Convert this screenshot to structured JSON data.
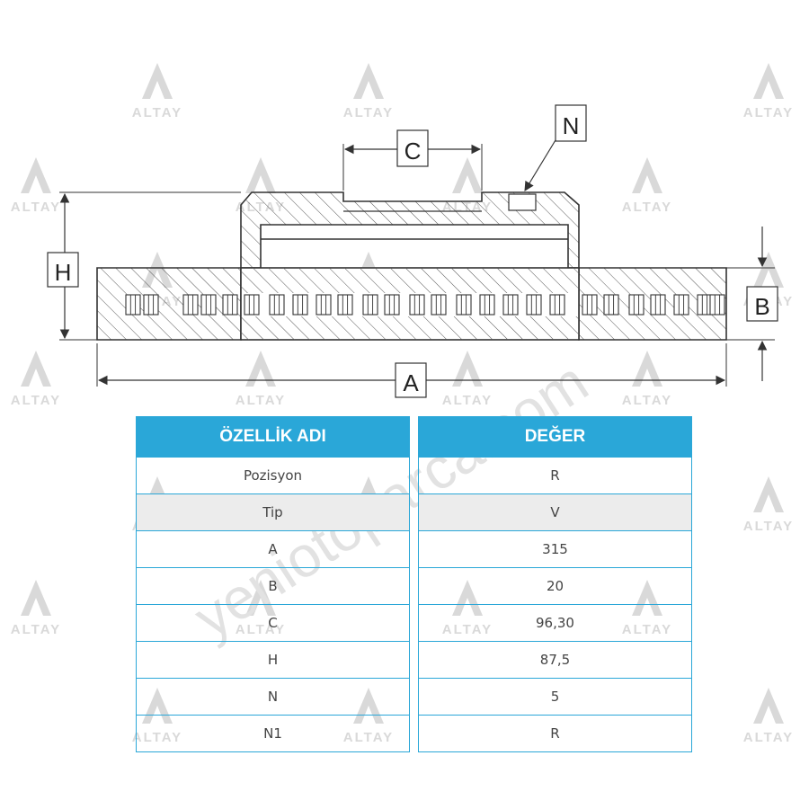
{
  "watermark": {
    "brand": "ALTAY",
    "site": "yeniotoparca.com"
  },
  "diagram": {
    "dimension_labels": {
      "A": "A",
      "B": "B",
      "C": "C",
      "H": "H",
      "N": "N"
    }
  },
  "table": {
    "header_left": "ÖZELLİK ADI",
    "header_right": "DEĞER",
    "rows": [
      {
        "name": "Pozisyon",
        "value": "R"
      },
      {
        "name": "Tip",
        "value": "V"
      },
      {
        "name": "A",
        "value": "315"
      },
      {
        "name": "B",
        "value": "20"
      },
      {
        "name": "C",
        "value": "96,30"
      },
      {
        "name": "H",
        "value": "87,5"
      },
      {
        "name": "N",
        "value": "5"
      },
      {
        "name": "N1",
        "value": "R"
      }
    ]
  },
  "colors": {
    "accent": "#2aa7d8",
    "line": "#333333",
    "watermark": "#d8d8d8",
    "shaded_row": "#ececec"
  }
}
